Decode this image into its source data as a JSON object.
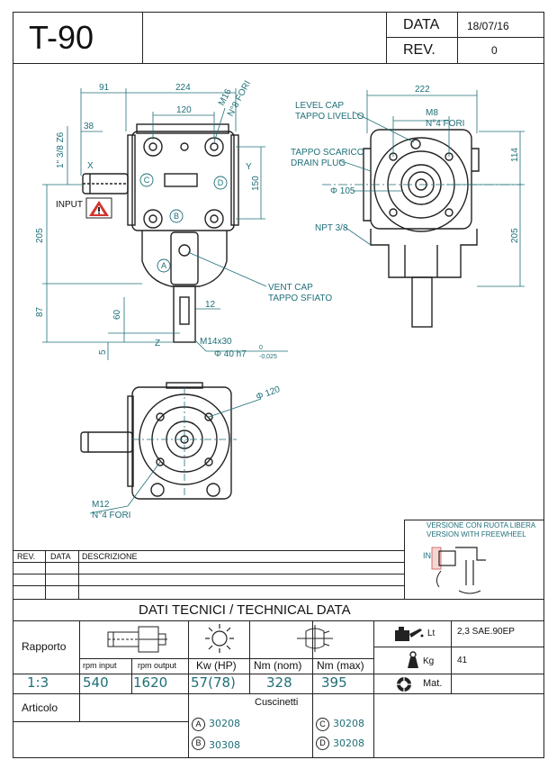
{
  "header": {
    "model": "T-90",
    "date_label": "DATA",
    "date_value": "18/07/16",
    "rev_label": "REV.",
    "rev_value": "0"
  },
  "drawing": {
    "dimensions": {
      "d91": "91",
      "d224": "224",
      "d120": "120",
      "d38": "38",
      "shaft_in": "1\" 3/8 Z6",
      "x_label": "X",
      "y_label": "Y",
      "z_label": "Z",
      "d150": "150",
      "d205": "205",
      "d87": "87",
      "d60": "60",
      "d5": "5",
      "d12": "12",
      "m16": "M16",
      "fori8": "N°8 FORI",
      "m14": "M14x30",
      "phi40": "Φ 40 h7",
      "tol_upper": "0",
      "tol_lower": "-0,025",
      "d222": "222",
      "m8": "M8",
      "fori4": "N°4 FORI",
      "d114": "114",
      "d205b": "205",
      "phi105": "Φ 105",
      "phi120": "Φ 120",
      "m12": "M12",
      "fori4b": "N°4 FORI"
    },
    "callouts": {
      "input": "INPUT",
      "level_cap_1": "LEVEL CAP",
      "level_cap_2": "TAPPO LIVELLO",
      "drain_1": "TAPPO SCARICO",
      "drain_2": "DRAIN PLUG",
      "npt": "NPT 3/8",
      "vent_1": "VENT CAP",
      "vent_2": "TAPPO SFIATO",
      "freewheel_1": "VERSIONE CON RUOTA LIBERA",
      "freewheel_2": "VERSION WITH FREEWHEEL",
      "freewheel_in": "IN"
    },
    "markers": {
      "a": "A",
      "b": "B",
      "c": "C",
      "d": "D"
    }
  },
  "revision_table": {
    "rev_col": "REV.",
    "data_col": "DATA",
    "desc_col": "DESCRIZIONE"
  },
  "technical": {
    "title": "DATI TECNICI  / TECHNICAL DATA",
    "ratio_label": "Rapporto",
    "ratio_value": "1:3",
    "rpm_input_label": "rpm input",
    "rpm_input_value": "540",
    "rpm_output_label": "rpm output",
    "rpm_output_value": "1620",
    "kw_label": "Kw (HP)",
    "kw_value": "57(78)",
    "nm_nom_label": "Nm (nom)",
    "nm_nom_value": "328",
    "nm_max_label": "Nm (max)",
    "nm_max_value": "395",
    "oil_unit": "Lt",
    "oil_value": "2,3 SAE.90EP",
    "weight_unit": "Kg",
    "weight_value": "41",
    "mat_label": "Mat.",
    "articolo_label": "Articolo",
    "cuscinetti_label": "Cuscinetti",
    "bearings": [
      {
        "mark": "A",
        "code": "30208"
      },
      {
        "mark": "B",
        "code": "30308"
      },
      {
        "mark": "C",
        "code": "30208"
      },
      {
        "mark": "D",
        "code": "30208"
      }
    ]
  }
}
